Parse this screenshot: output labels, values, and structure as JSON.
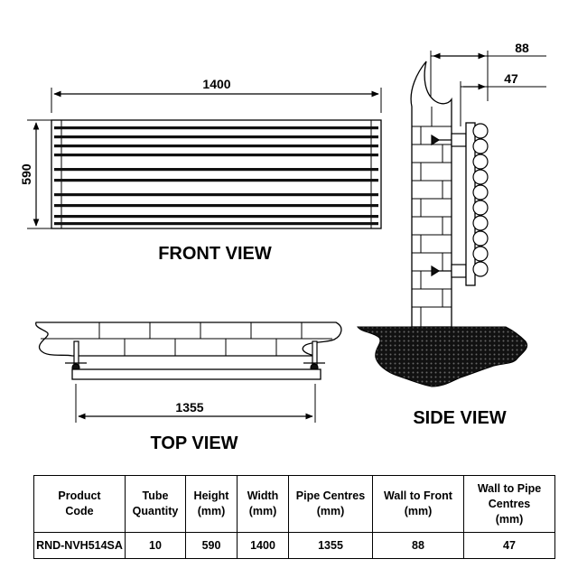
{
  "views": {
    "front": "FRONT VIEW",
    "top": "TOP VIEW",
    "side": "SIDE VIEW"
  },
  "dimensions": {
    "front_width": "1400",
    "front_height": "590",
    "top_pipe_centres": "1355",
    "side_wall_to_front": "88",
    "side_wall_to_pipe": "47"
  },
  "spec_table": {
    "headers": [
      "Product\nCode",
      "Tube\nQuantity",
      "Height\n(mm)",
      "Width\n(mm)",
      "Pipe Centres\n(mm)",
      "Wall to Front\n(mm)",
      "Wall to Pipe\nCentres\n(mm)"
    ],
    "row": [
      "RND-NVH514SA",
      "10",
      "590",
      "1400",
      "1355",
      "88",
      "47"
    ]
  },
  "colors": {
    "line": "#000000",
    "background": "#ffffff"
  }
}
